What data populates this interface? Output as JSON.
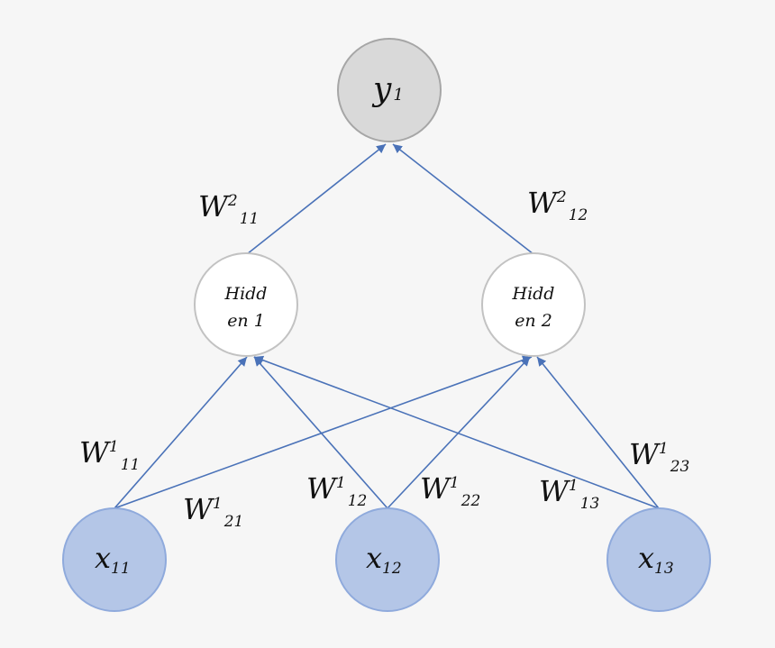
{
  "colors": {
    "background": "#f6f6f6",
    "edge": "#4a72b8",
    "output_fill": "#d9d9d9",
    "output_stroke": "#a6a6a6",
    "hidden_fill": "#ffffff",
    "hidden_stroke": "#c2c2c2",
    "input_fill": "#b4c6e7",
    "input_stroke": "#8faadc"
  },
  "nodes": {
    "output": {
      "id": "y1",
      "label": "y",
      "sub": "1"
    },
    "hidden": [
      {
        "id": "h1",
        "line1": "Hidd",
        "line2": "en 1"
      },
      {
        "id": "h2",
        "line1": "Hidd",
        "line2": "en 2"
      }
    ],
    "inputs": [
      {
        "id": "x11",
        "label": "x",
        "sub": "11"
      },
      {
        "id": "x12",
        "label": "x",
        "sub": "12"
      },
      {
        "id": "x13",
        "label": "x",
        "sub": "13"
      }
    ]
  },
  "edges": [
    {
      "from": "x11",
      "to": "h1"
    },
    {
      "from": "x11",
      "to": "h2"
    },
    {
      "from": "x12",
      "to": "h1"
    },
    {
      "from": "x12",
      "to": "h2"
    },
    {
      "from": "x13",
      "to": "h1"
    },
    {
      "from": "x13",
      "to": "h2"
    },
    {
      "from": "h1",
      "to": "y1"
    },
    {
      "from": "h2",
      "to": "y1"
    }
  ],
  "weights": [
    {
      "id": "w2_11",
      "base": "W",
      "sup": "2",
      "sub": "11"
    },
    {
      "id": "w2_12",
      "base": "W",
      "sup": "2",
      "sub": "12"
    },
    {
      "id": "w1_11",
      "base": "W",
      "sup": "1",
      "sub": "11"
    },
    {
      "id": "w1_21",
      "base": "W",
      "sup": "1",
      "sub": "21"
    },
    {
      "id": "w1_12",
      "base": "W",
      "sup": "1",
      "sub": "12"
    },
    {
      "id": "w1_22",
      "base": "W",
      "sup": "1",
      "sub": "22"
    },
    {
      "id": "w1_13",
      "base": "W",
      "sup": "1",
      "sub": "13"
    },
    {
      "id": "w1_23",
      "base": "W",
      "sup": "1",
      "sub": "23"
    }
  ]
}
